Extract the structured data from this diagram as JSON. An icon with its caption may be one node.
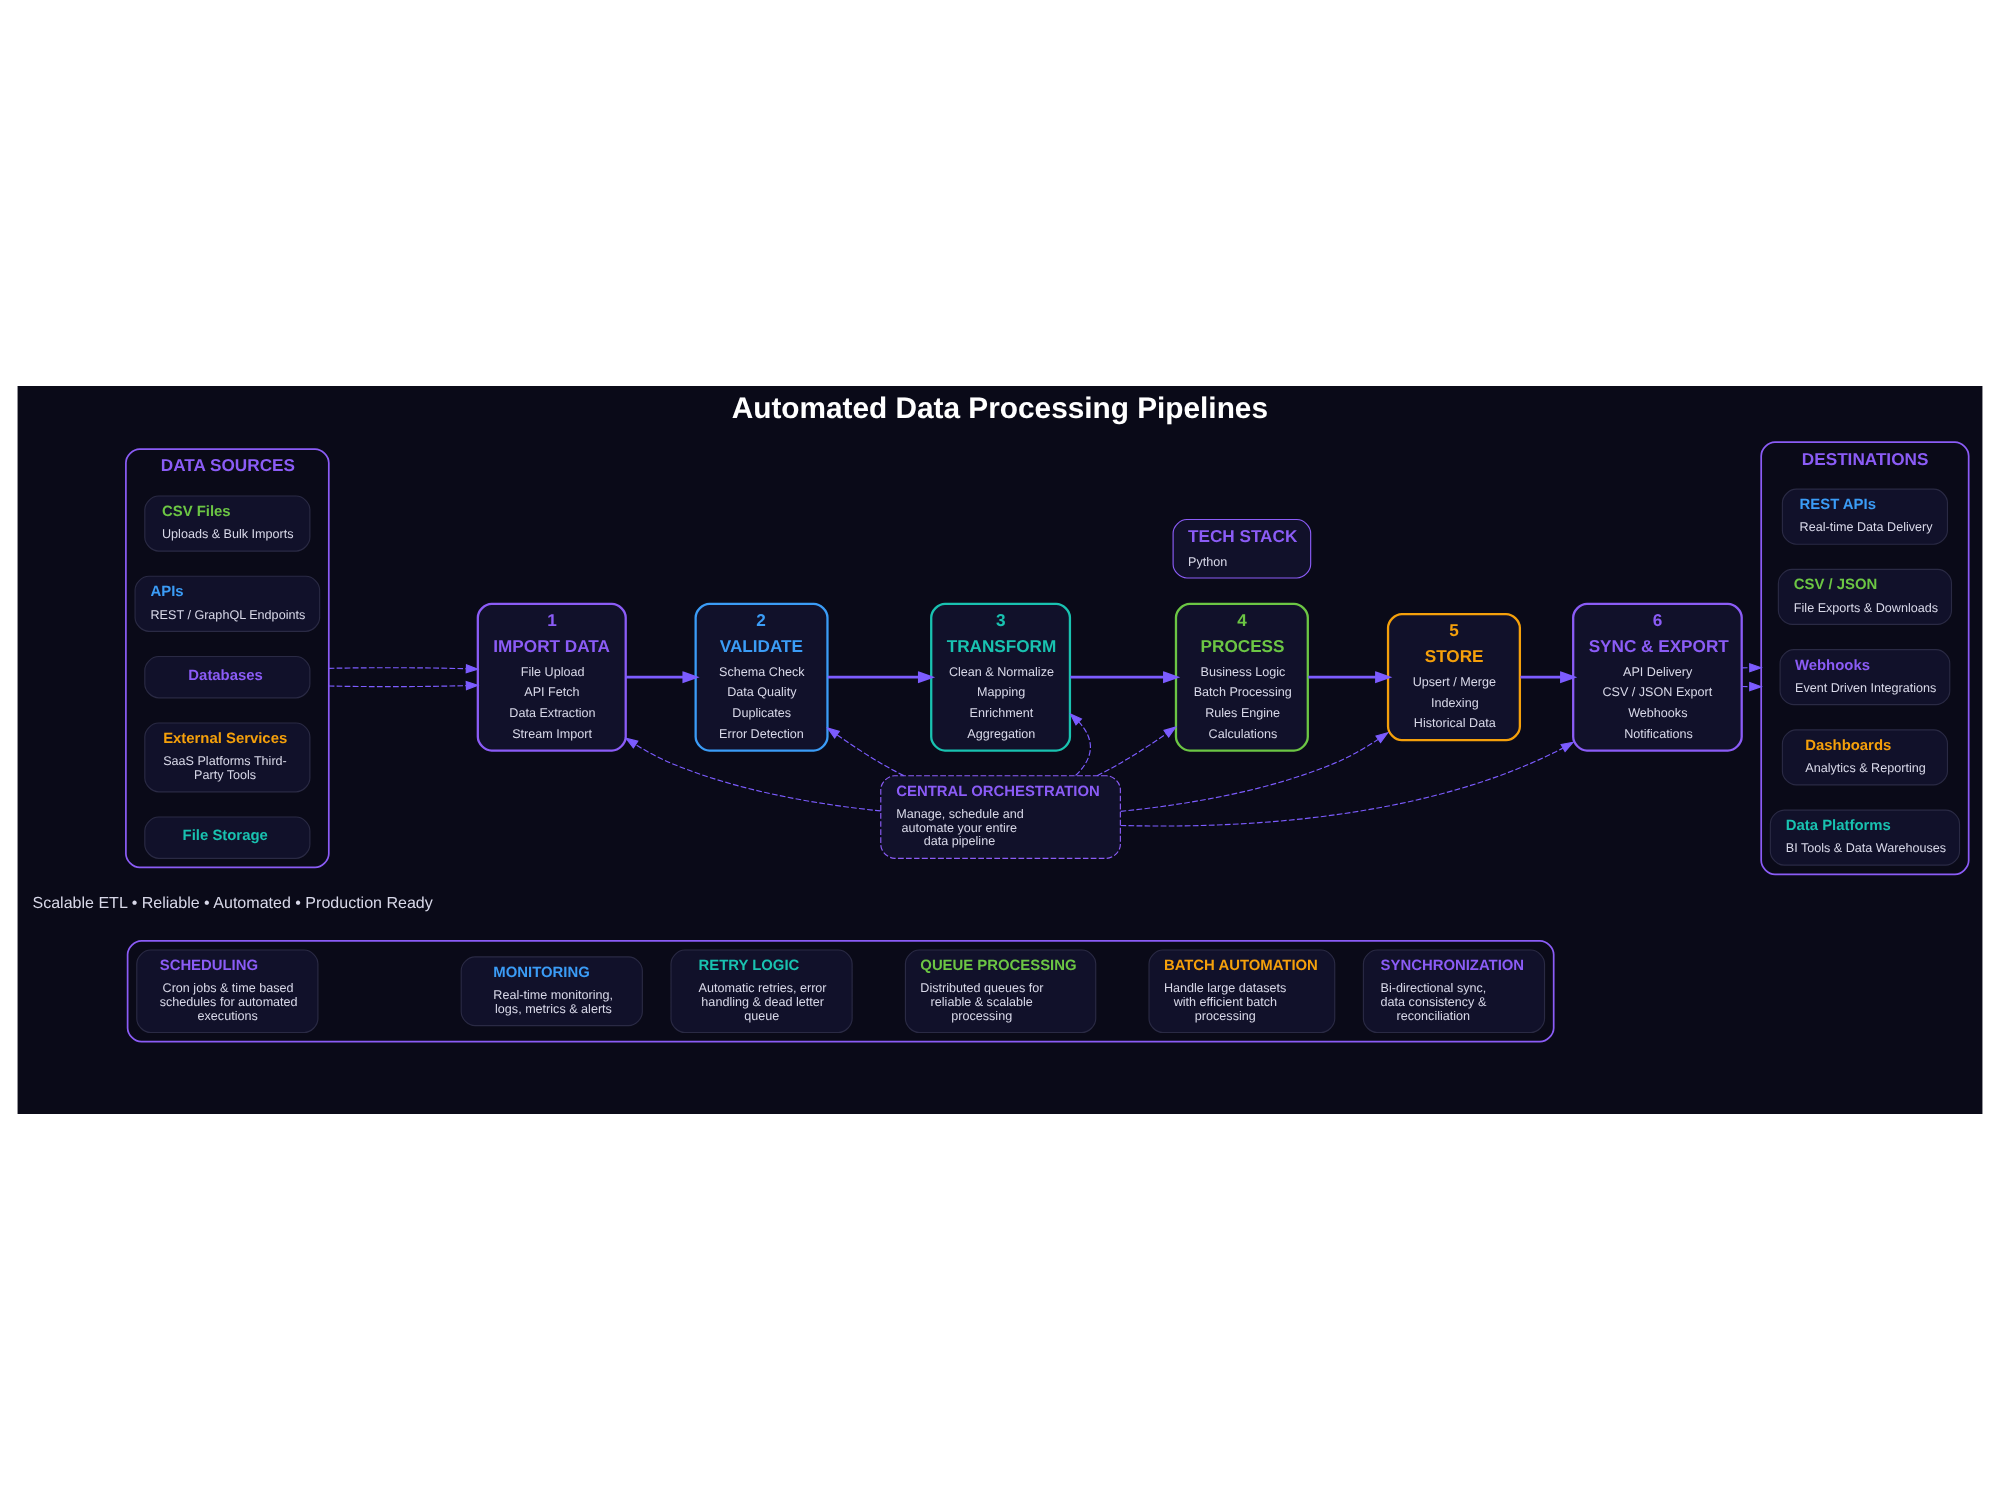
{
  "diagram": {
    "title": "Automated Data Processing Pipelines",
    "nodes": [
      {
        "text": [
          "DATA SOURCES"
        ]
      },
      {
        "text": [
          "CSV Files",
          "Uploads & Bulk Imports"
        ],
        "in": 0
      },
      {
        "text": [
          "APIs",
          "REST / GraphQL Endpoints"
        ],
        "in": 0
      },
      {
        "text": [
          "Databases"
        ],
        "in": 0
      },
      {
        "text": [
          "External Services",
          "SaaS Platforms Third-Party Tools"
        ],
        "in": 0
      },
      {
        "text": [
          "File Storage"
        ],
        "in": 0
      },
      {
        "text": [
          "1",
          "IMPORT DATA",
          "File Upload",
          "API Fetch",
          "Data Extraction",
          "Stream Import"
        ]
      },
      {
        "text": [
          "2",
          "VALIDATE",
          "Schema Check",
          "Data Quality",
          "Duplicates",
          "Error Detection"
        ]
      },
      {
        "text": [
          "3",
          "TRANSFORM",
          "Clean & Normalize",
          "Mapping",
          "Enrichment",
          "Aggregation"
        ]
      },
      {
        "text": [
          "4",
          "PROCESS",
          "Business Logic",
          "Batch Processing",
          "Rules Engine",
          "Calculations"
        ]
      },
      {
        "text": [
          "5",
          "STORE",
          "Upsert / Merge",
          "Indexing",
          "Historical Data"
        ]
      },
      {
        "text": [
          "6",
          "SYNC & EXPORT",
          "API Delivery",
          "CSV / JSON Export",
          "Webhooks",
          "Notifications"
        ]
      },
      {
        "text": [
          "DESTINATIONS"
        ]
      },
      {
        "text": [
          "REST APIs",
          "Real-time Data Delivery"
        ],
        "in": 12
      },
      {
        "text": [
          "CSV / JSON",
          "File Exports & Downloads"
        ],
        "in": 12
      },
      {
        "text": [
          "Webhooks",
          "Event Driven Integrations"
        ],
        "in": 12
      },
      {
        "text": [
          "Dashboards",
          "Analytics & Reporting"
        ],
        "in": 12
      },
      {
        "text": [
          "Data Platforms",
          "BI Tools & Data Warehouses"
        ],
        "in": 12
      },
      {
        "text": [
          "CENTRAL ORCHESTRATION",
          "Manage, schedule and automate your entire data pipeline"
        ]
      },
      {
        "text": [],
        "shape": "box"
      },
      {
        "text": [
          "SCHEDULING",
          "Cron jobs & time based schedules for automated executions"
        ],
        "in": 19
      },
      {
        "text": [
          "MONITORING",
          "Real-time monitoring, logs, metrics & alerts"
        ],
        "in": 19
      },
      {
        "text": [
          "RETRY LOGIC",
          "Automatic retries, error handling & dead letter queue"
        ],
        "in": 19
      },
      {
        "text": [
          "QUEUE PROCESSING",
          "Distributed queues for reliable & scalable processing"
        ],
        "in": 19
      },
      {
        "text": [
          "BATCH AUTOMATION",
          "Handle large datasets with efficient batch processing"
        ],
        "in": 19
      },
      {
        "text": [
          "SYNCHRONIZATION",
          "Bi-directional sync, data consistency & reconciliation"
        ],
        "in": 19
      },
      {
        "text": [
          "TECH STACK",
          "Python"
        ]
      }
    ],
    "edges": [
      {
        "from": 0,
        "to": 6,
        "arrow": "to",
        "style": "dashed"
      },
      {
        "from": 0,
        "to": 6,
        "arrow": "to",
        "style": "dashed"
      },
      {
        "from": 6,
        "to": 7,
        "arrow": "to"
      },
      {
        "from": 7,
        "to": 8,
        "arrow": "to"
      },
      {
        "from": 8,
        "to": 9,
        "arrow": "to"
      },
      {
        "from": 9,
        "to": 10,
        "arrow": "to"
      },
      {
        "from": 10,
        "to": 11,
        "arrow": "to"
      },
      {
        "from": 11,
        "to": 12,
        "arrow": "to",
        "style": "dashed"
      },
      {
        "from": 11,
        "to": 12,
        "arrow": "to",
        "style": "dashed"
      },
      {
        "from": 18,
        "to": 6,
        "arrow": "to",
        "style": "dashed"
      },
      {
        "from": 18,
        "to": 7,
        "arrow": "to",
        "style": "dashed"
      },
      {
        "from": 18,
        "to": 8,
        "arrow": "to",
        "style": "dashed"
      },
      {
        "from": 18,
        "to": 9,
        "arrow": "to",
        "style": "dashed"
      },
      {
        "from": 18,
        "to": 10,
        "arrow": "to",
        "style": "dashed"
      },
      {
        "from": 18,
        "to": 11,
        "arrow": "to",
        "style": "dashed"
      }
    ],
    "labels": [
      "Scalable ETL • Reliable • Automated • Production Ready"
    ]
  }
}
